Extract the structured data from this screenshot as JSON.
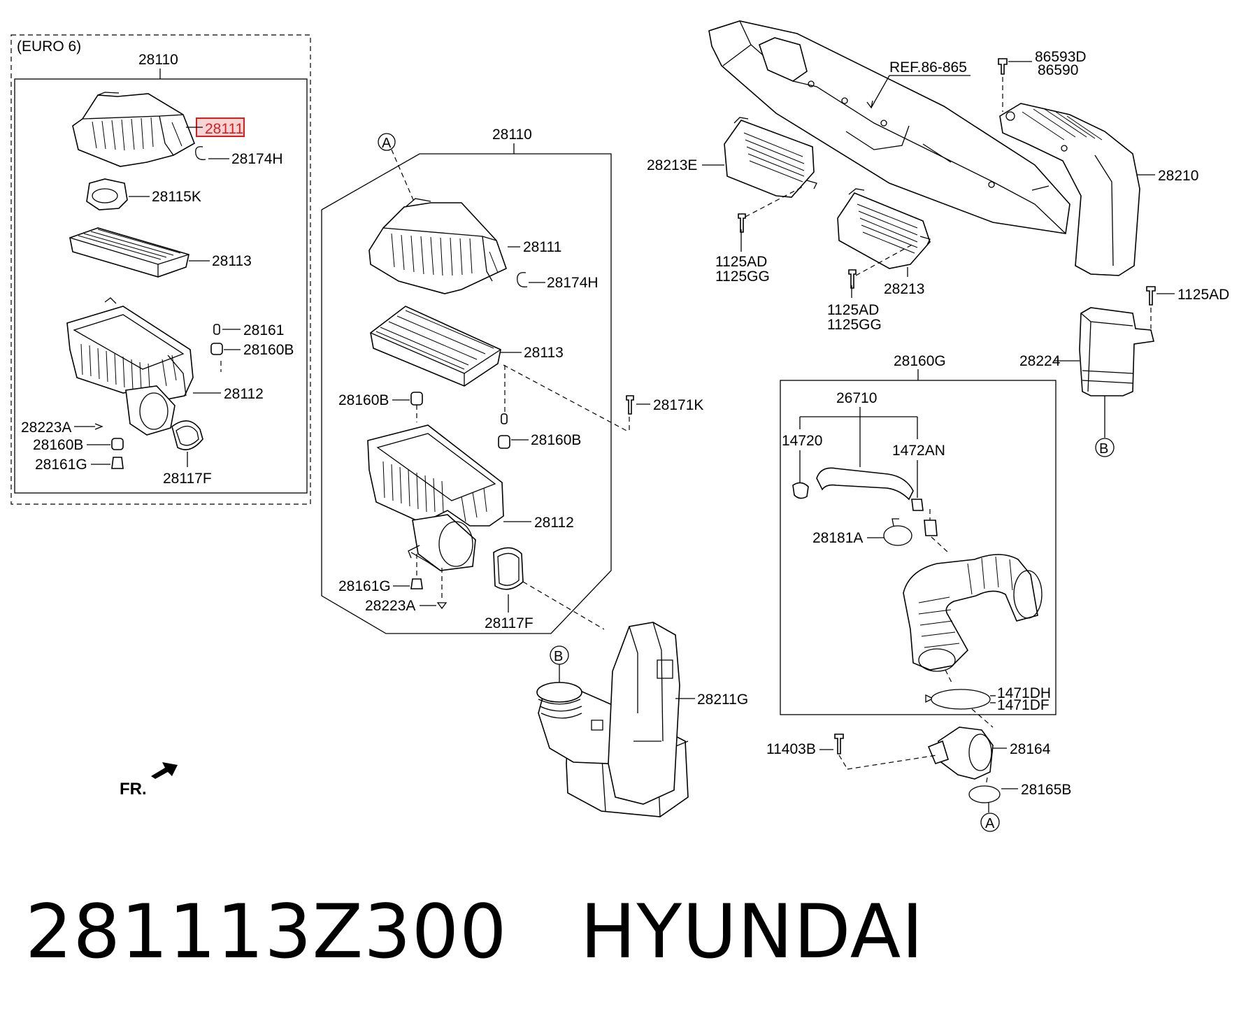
{
  "inset": {
    "variant": "(EURO 6)",
    "assembly": "28110"
  },
  "callouts": {
    "inset_cover": "28111",
    "inset_clip": "28174H",
    "inset_duct": "28115K",
    "inset_filter": "28113",
    "inset_grommet_top": "28161",
    "inset_grommet_b": "28160B",
    "inset_body": "28112",
    "inset_bracket": "28223A",
    "inset_grommet_b2": "28160B",
    "inset_grommet_g": "28161G",
    "inset_seal": "28117F",
    "main_assembly": "28110",
    "main_cover": "28111",
    "main_clip": "28174H",
    "main_filter": "28113",
    "main_grommet_b_left": "28160B",
    "main_bolt": "28171K",
    "main_grommet_b_right": "28160B",
    "main_body": "28112",
    "main_grommet_g": "28161G",
    "main_bracket": "28223A",
    "main_seal": "28117F",
    "resonator": "28211G",
    "ref": "REF.86-865",
    "guide_e": "28213E",
    "guide": "28213",
    "bolts_left_1": "1125AD",
    "bolts_left_2": "1125GG",
    "bolts_mid_1": "1125AD",
    "bolts_mid_2": "1125GG",
    "clip_a": "86593D",
    "clip_b": "86590",
    "snorkel": "28210",
    "bolt_right": "1125AD",
    "adapter": "28224",
    "hose_assembly": "28160G",
    "hose": "26710",
    "hose_clamp_left": "14720",
    "hose_clamp_right": "1472AN",
    "clamp_small": "28181A",
    "clamp_big_1": "1471DH",
    "clamp_big_2": "1471DF",
    "bolt_sensor": "11403B",
    "sensor": "28164",
    "oring": "28165B",
    "front_mark": "FR."
  },
  "markers": {
    "a": "A",
    "b": "B"
  },
  "footer": {
    "part_number": "281113Z300",
    "brand": "HYUNDAI"
  },
  "colors": {
    "highlight": "#d42020",
    "highlight_fill": "#f6d4d4"
  }
}
